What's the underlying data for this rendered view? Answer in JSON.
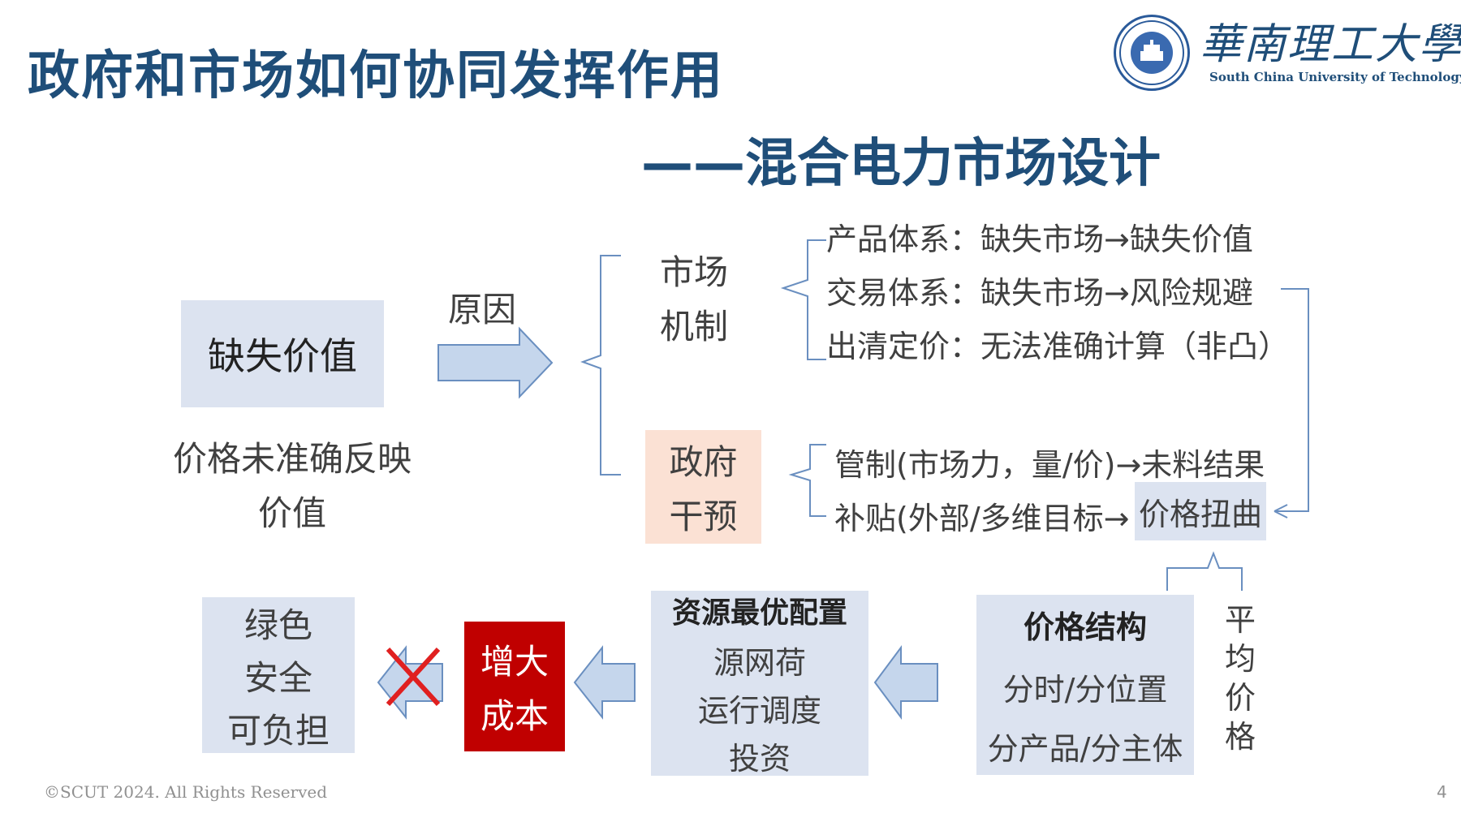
{
  "header": {
    "title": "政府和市场如何协同发挥作用",
    "subtitle": "——混合电力市场设计",
    "logo_cn": "華南理工大學",
    "logo_en": "South China University of Technology"
  },
  "left": {
    "missing_value": "缺失价值",
    "reason_label": "原因",
    "explanation_line1": "价格未准确反映",
    "explanation_line2": "价值"
  },
  "market": {
    "label_line1": "市场",
    "label_line2": "机制",
    "items": [
      "产品体系：缺失市场→缺失价值",
      "交易体系：缺失市场→风险规避",
      "出清定价：无法准确计算（非凸）"
    ]
  },
  "government": {
    "label_line1": "政府",
    "label_line2": "干预",
    "item1": "管制(市场力，量/价)→未料结果",
    "item2_prefix": "补贴(外部/多维目标→",
    "distortion": "价格扭曲"
  },
  "bottom": {
    "price_structure_title": "价格结构",
    "price_structure_line1": "分时/分位置",
    "price_structure_line2": "分产品/分主体",
    "average_price": [
      "平",
      "均",
      "价",
      "格"
    ],
    "resource_title": "资源最优配置",
    "resource_lines": [
      "源网荷",
      "运行调度",
      "投资"
    ],
    "cost_line1": "增大",
    "cost_line2": "成本",
    "goals": [
      "绿色",
      "安全",
      "可负担"
    ]
  },
  "footer": {
    "copyright": "©SCUT 2024. All Rights Reserved",
    "page": "4"
  },
  "colors": {
    "title": "#1f4e79",
    "box_blue": "#dce3f0",
    "box_peach": "#fbe1d4",
    "box_red": "#c00000",
    "arrow_fill": "#c5d6ec",
    "arrow_stroke": "#6a8fc0",
    "cross": "#e02020",
    "gov_text": "#404040"
  }
}
